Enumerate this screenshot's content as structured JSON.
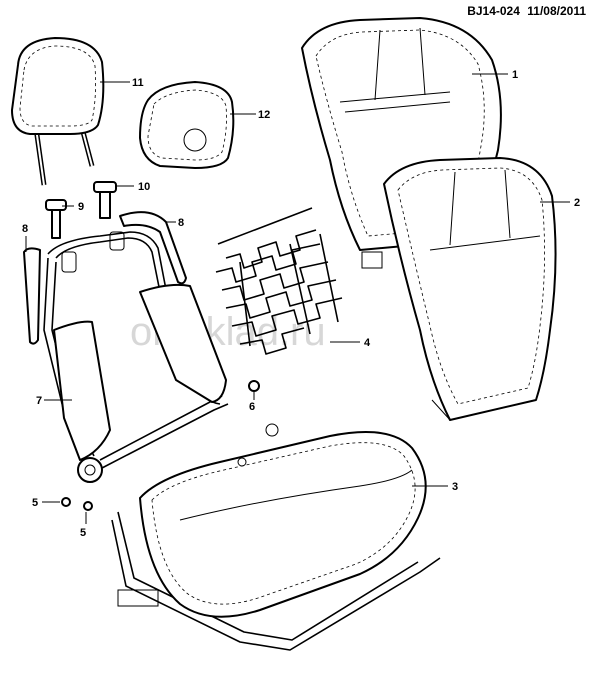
{
  "header": {
    "code": "BJ14-024",
    "date": "11/08/2011"
  },
  "watermark": "omsklad.ru",
  "callouts": [
    {
      "id": "c1",
      "label": "1"
    },
    {
      "id": "c2",
      "label": "2"
    },
    {
      "id": "c3",
      "label": "3"
    },
    {
      "id": "c4",
      "label": "4"
    },
    {
      "id": "c5a",
      "label": "5"
    },
    {
      "id": "c5b",
      "label": "5"
    },
    {
      "id": "c6",
      "label": "6"
    },
    {
      "id": "c7",
      "label": "7"
    },
    {
      "id": "c8a",
      "label": "8"
    },
    {
      "id": "c8b",
      "label": "8"
    },
    {
      "id": "c9",
      "label": "9"
    },
    {
      "id": "c10",
      "label": "10"
    },
    {
      "id": "c11",
      "label": "11"
    },
    {
      "id": "c12",
      "label": "12"
    }
  ]
}
